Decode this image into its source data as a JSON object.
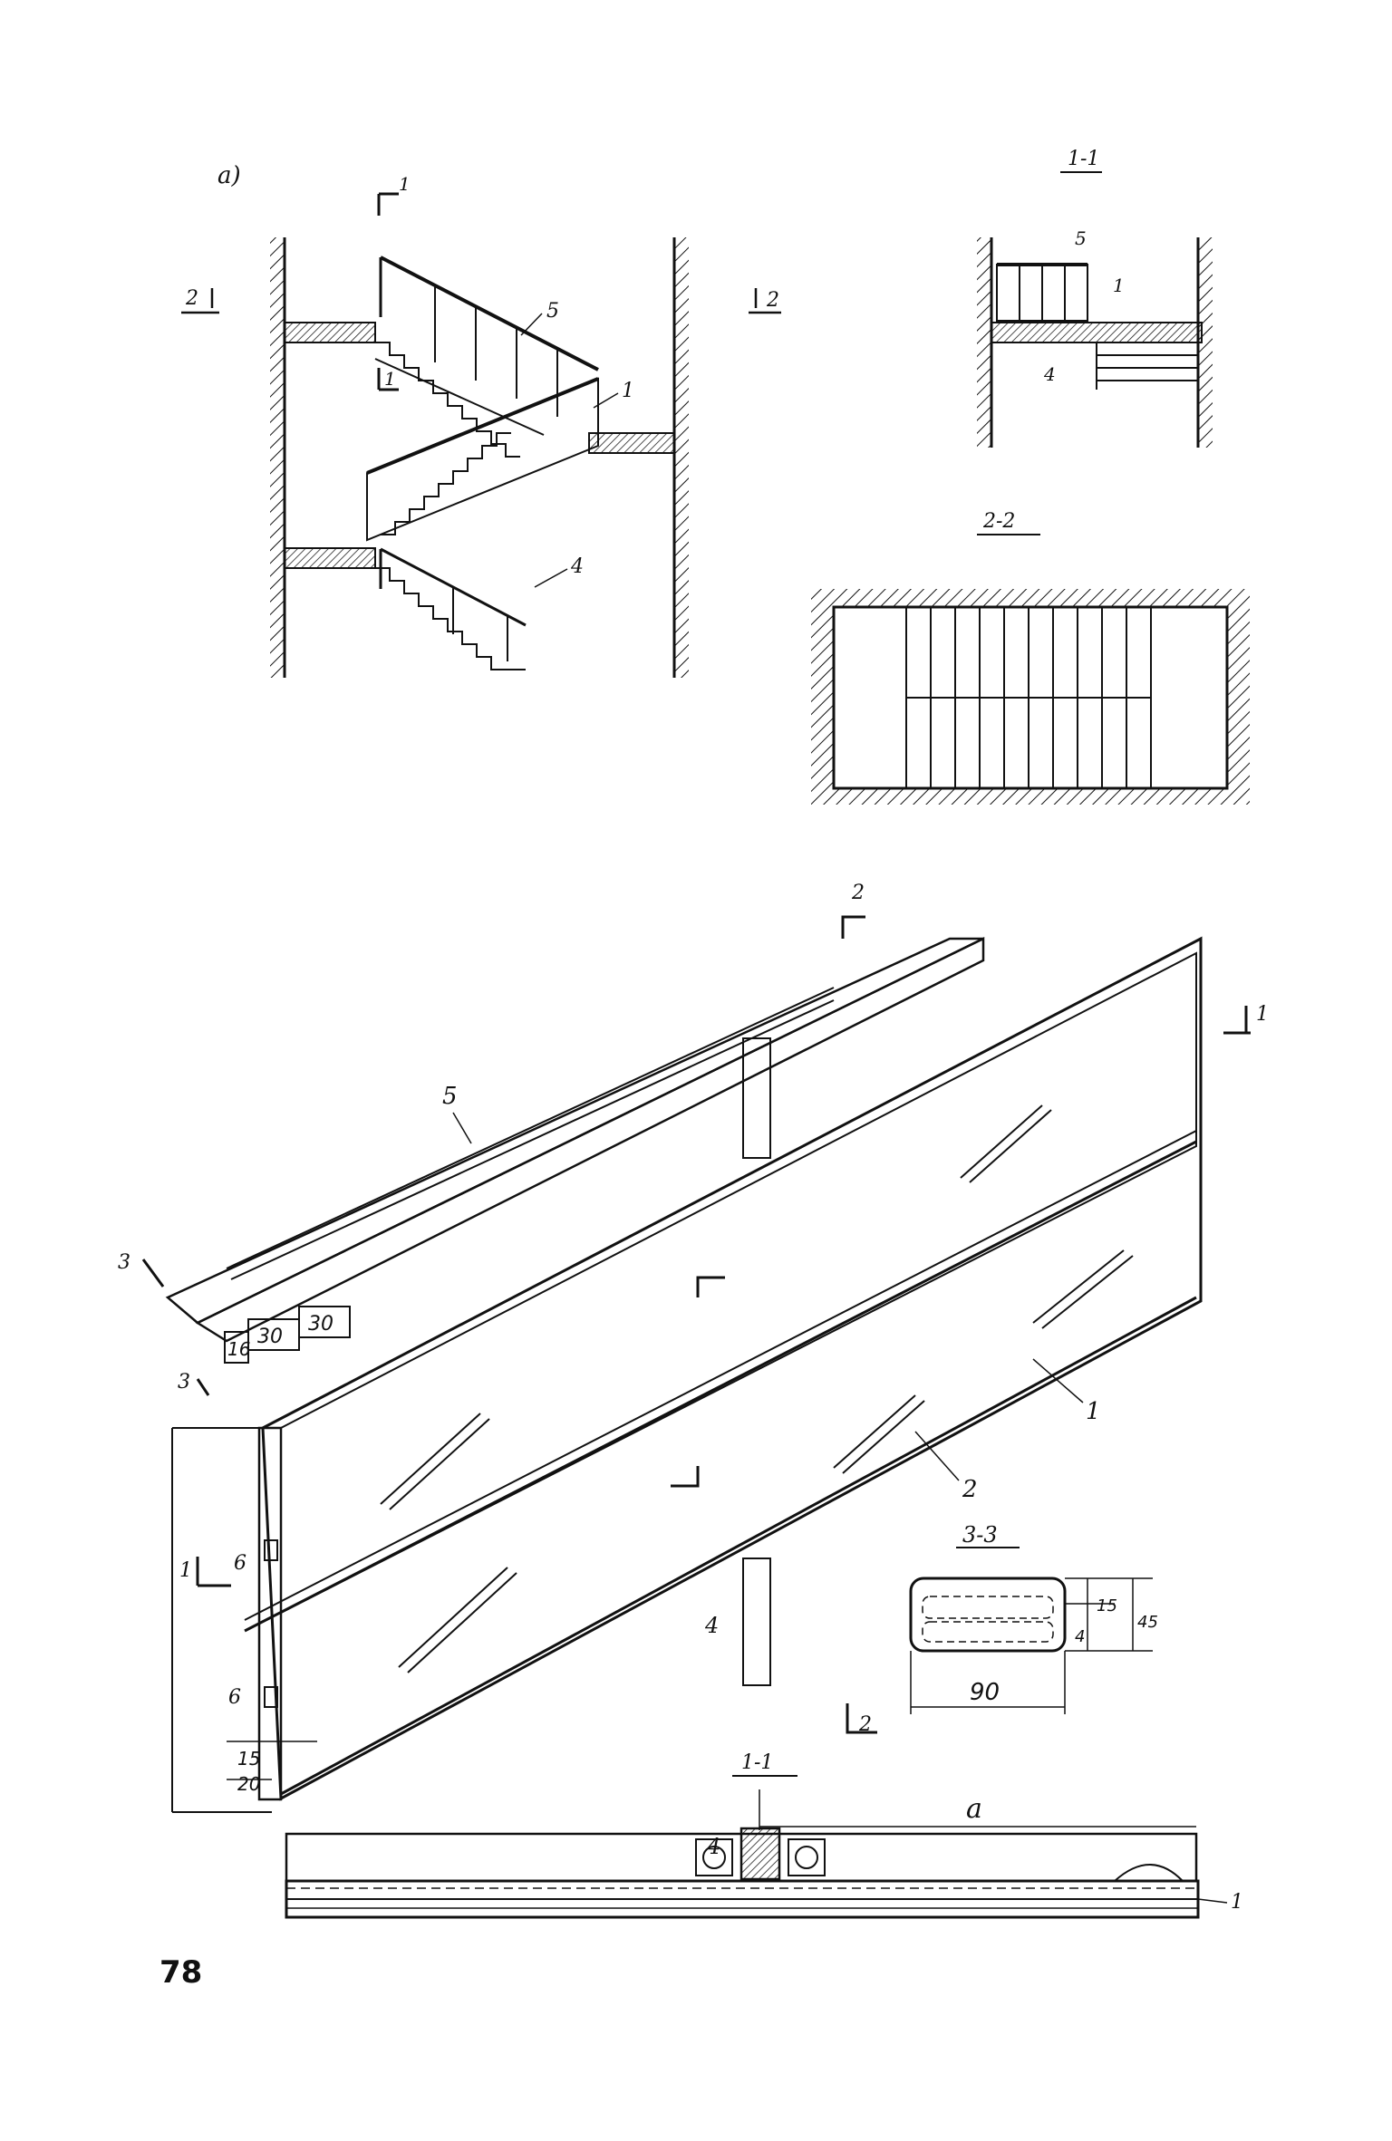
{
  "figure_label": "a)",
  "page_number": "78",
  "section_1_1": "1-1",
  "section_2_2": "2-2",
  "section_3_3": "3-3",
  "cut_labels": {
    "one": "1",
    "two": "2",
    "three": "3"
  },
  "callouts": {
    "glass": "1",
    "frame": "2",
    "post": "4",
    "handrail": "5",
    "gasket": "6"
  },
  "dims_handrail": [
    "16",
    "30",
    "30"
  ],
  "dims_frame": [
    "20",
    "15"
  ],
  "dims_section_3_3": {
    "width": "90",
    "h1": "15",
    "h2": "45",
    "h3": "4"
  },
  "dim_a": "a"
}
